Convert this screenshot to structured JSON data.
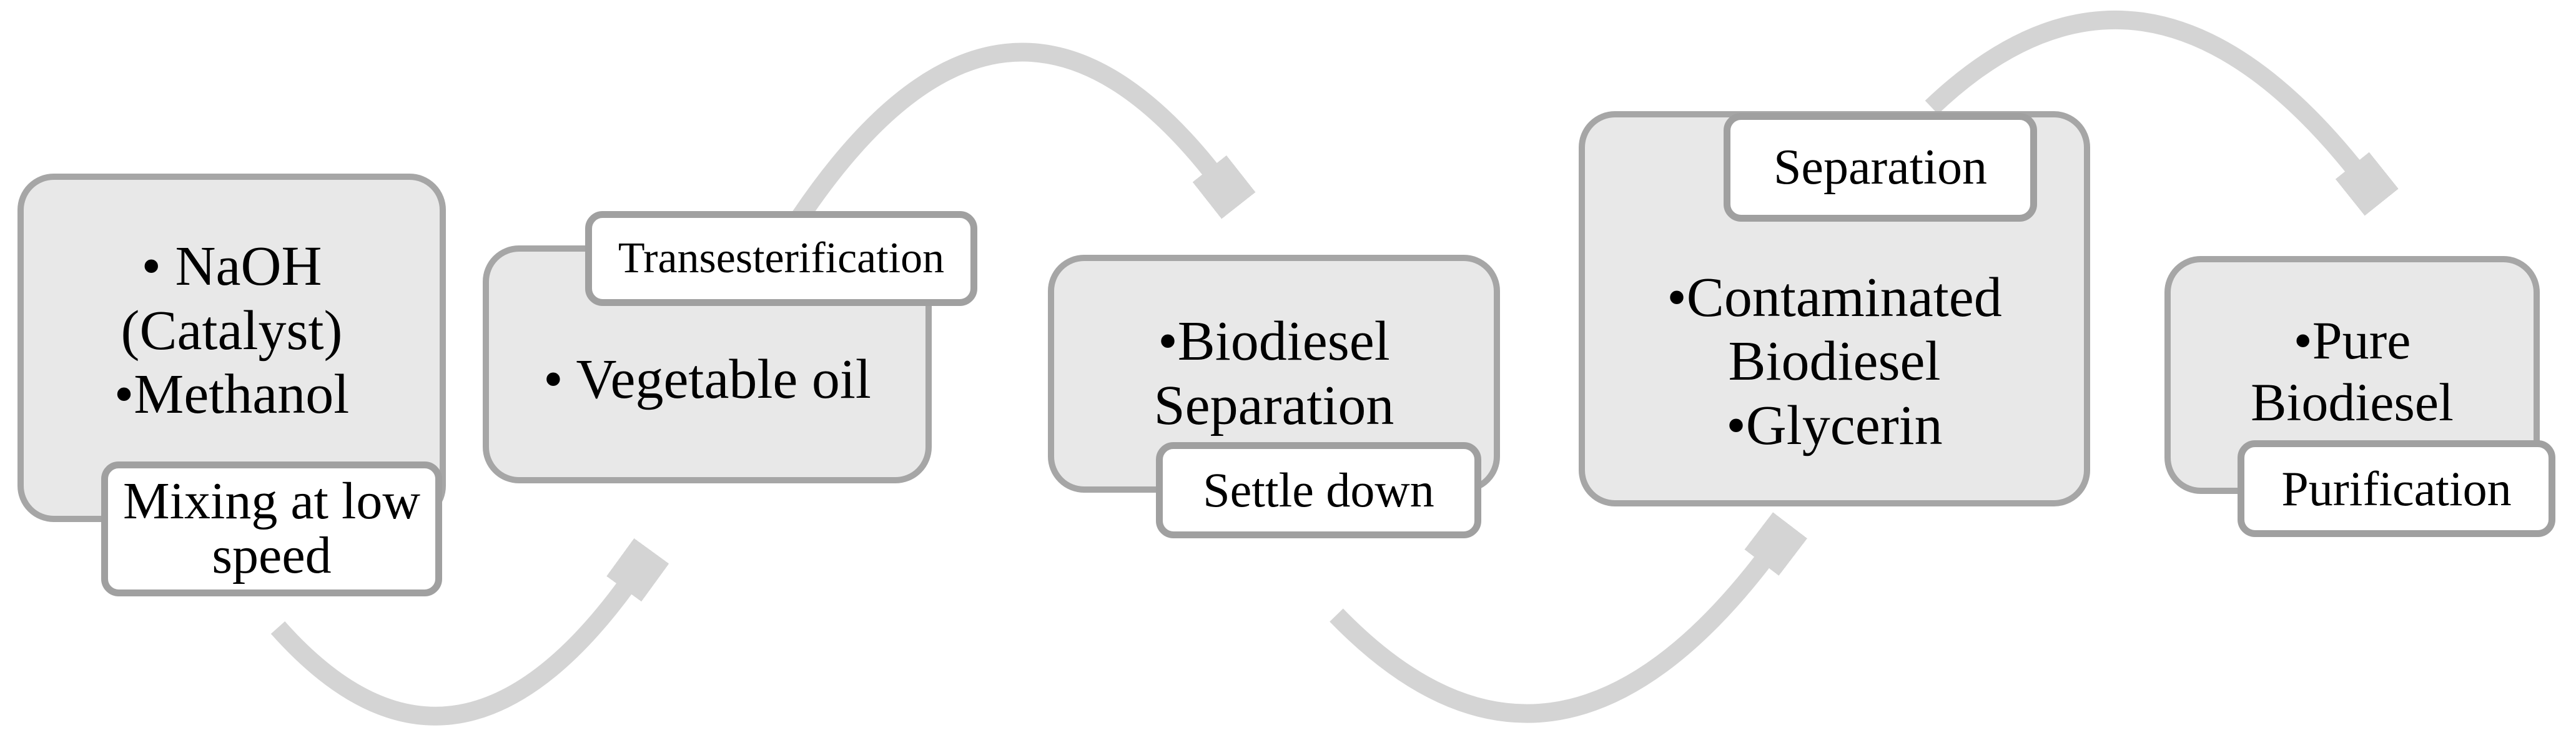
{
  "diagram": {
    "type": "process-flow",
    "subject": "biodiesel-production",
    "stages": [
      {
        "name": "mixing",
        "content_lines": [
          "• NaOH",
          "(Catalyst)",
          "•Methanol"
        ],
        "label": "Mixing at low speed",
        "label_position": "bottom"
      },
      {
        "name": "transesterification",
        "content_lines": [
          "• Vegetable oil"
        ],
        "label": "Transesterification",
        "label_position": "top"
      },
      {
        "name": "settle-down",
        "content_lines": [
          "•Biodiesel",
          "Separation"
        ],
        "label": "Settle down",
        "label_position": "bottom"
      },
      {
        "name": "separation",
        "content_lines": [
          "•Contaminated",
          "Biodiesel",
          "•Glycerin"
        ],
        "label": "Separation",
        "label_position": "top"
      },
      {
        "name": "purification",
        "content_lines": [
          "•Pure",
          "Biodiesel"
        ],
        "label": "Purification",
        "label_position": "bottom"
      }
    ],
    "arrows": [
      {
        "name": "curved-arrow-1",
        "from_stage": 1,
        "to_stage": 2,
        "arc": "bottom"
      },
      {
        "name": "curved-arrow-2",
        "from_stage": 2,
        "to_stage": 3,
        "arc": "top"
      },
      {
        "name": "curved-arrow-3",
        "from_stage": 3,
        "to_stage": 4,
        "arc": "bottom"
      },
      {
        "name": "curved-arrow-4",
        "from_stage": 4,
        "to_stage": 5,
        "arc": "top"
      }
    ],
    "colors": {
      "stage_fill": "#e8e8e8",
      "stage_border": "#a6a6a6",
      "label_fill": "#ffffff",
      "label_border": "#a0a0a0",
      "arrow": "#d4d4d4",
      "text": "#000000",
      "background": "#ffffff"
    }
  }
}
